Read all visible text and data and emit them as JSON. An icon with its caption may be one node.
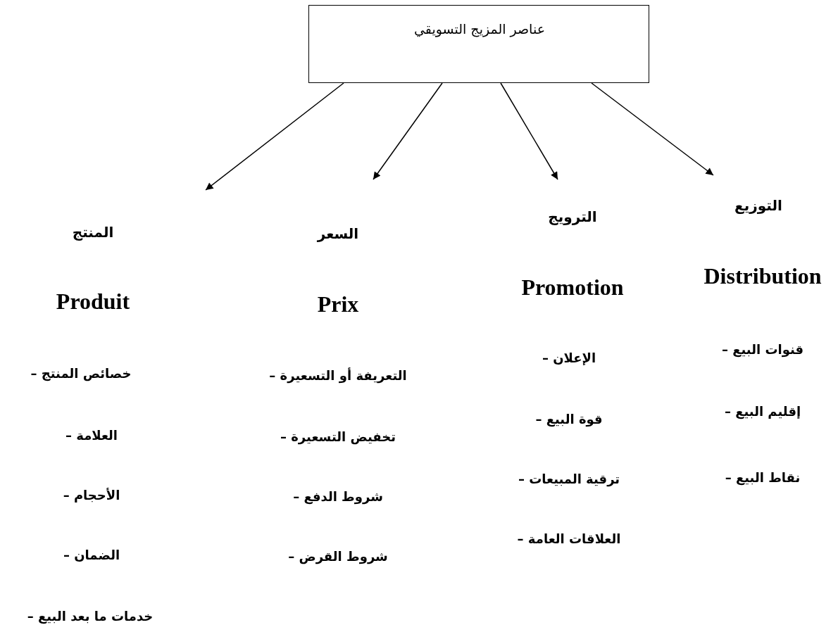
{
  "diagram": {
    "nodes": [
      {
        "text": [
          "عناصر المزيج التسويقي"
        ]
      },
      {
        "text": [
          "المنتج",
          "Produit",
          "خصائص المنتج –",
          "العلامة –",
          "الأحجام –",
          "الضمان –",
          "خدمات ما بعد البيع –"
        ]
      },
      {
        "text": [
          "السعر",
          "Prix",
          "التعريفة أو التسعيرة –",
          "تخفيض التسعيرة –",
          "شروط الدفع –",
          "شروط القرض –"
        ]
      },
      {
        "text": [
          "الترويج",
          "Promotion",
          "الإعلان –",
          "قوة البيع –",
          "ترقية المبيعات –",
          "العلاقات العامة –"
        ]
      },
      {
        "text": [
          "التوزيع",
          "Distribution",
          "قنوات البيع –",
          "إقليم البيع –",
          "نقاط البيع –"
        ]
      }
    ],
    "edges": [
      {
        "from": 0,
        "to": 1,
        "arrow": "to"
      },
      {
        "from": 0,
        "to": 2,
        "arrow": "to"
      },
      {
        "from": 0,
        "to": 3,
        "arrow": "to"
      },
      {
        "from": 0,
        "to": 4,
        "arrow": "to"
      }
    ]
  }
}
